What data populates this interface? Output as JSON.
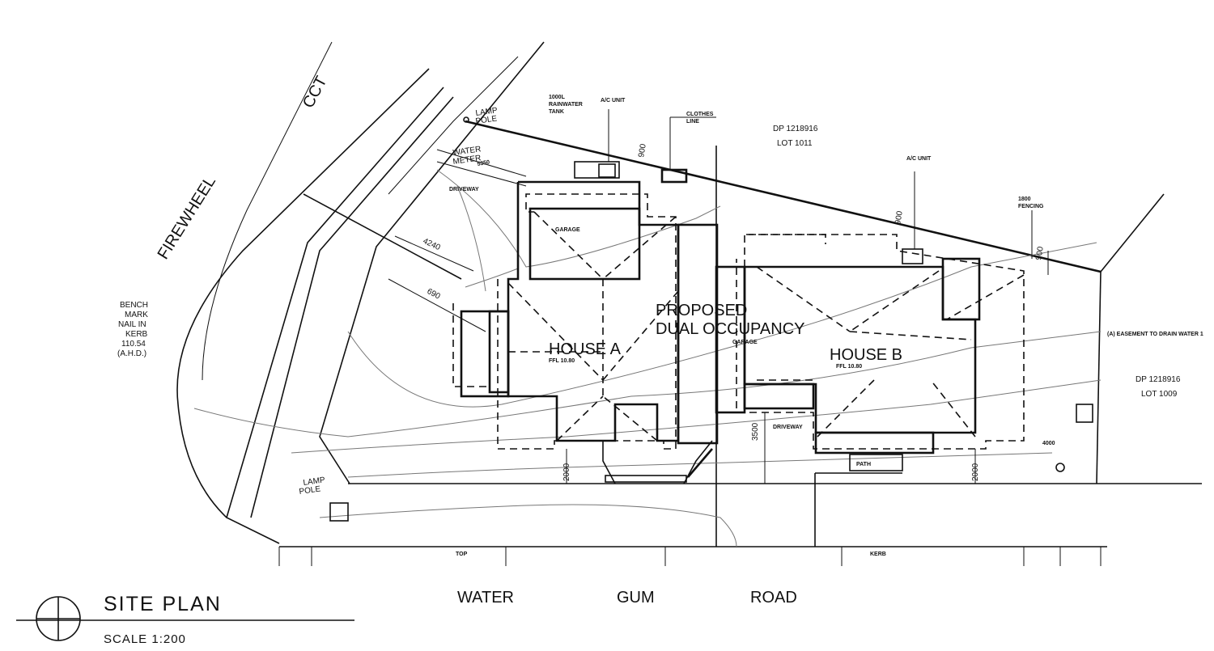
{
  "title": "SITE PLAN",
  "scale": "SCALE 1:200",
  "streets": {
    "water_gum_road": [
      "WATER",
      "GUM",
      "ROAD"
    ],
    "firewheel": "FIREWHEEL",
    "cct": "CCT"
  },
  "lots": [
    {
      "dp": "DP 1218916",
      "lot": "LOT 1011"
    },
    {
      "dp": "DP 1218916",
      "lot": "LOT 1009"
    }
  ],
  "houses": {
    "a": "HOUSE A",
    "b": "HOUSE B",
    "a_ffl": "FFL 10.80",
    "b_ffl": "FFL 10.80"
  },
  "proposed": [
    "PROPOSED",
    "DUAL OCCUPANCY"
  ],
  "bench_mark": [
    "BENCH",
    "MARK",
    "NAIL IN",
    "KERB",
    "110.54",
    "(A.H.D.)"
  ],
  "lamp_pole": [
    "LAMP",
    "POLE"
  ],
  "water_meter": [
    "WATER",
    "METER"
  ],
  "callouts": {
    "ac_a": "A/C UNIT",
    "ac_b": "A/C UNIT",
    "water_tank": [
      "1000L",
      "RAINWATER",
      "TANK"
    ],
    "clothes_line": [
      "CLOTHES",
      "LINE"
    ],
    "fencing": [
      "1800",
      "FENCING"
    ],
    "driveway": "DRIVEWAY",
    "path": "PATH",
    "easement": "(A) EASEMENT TO DRAIN WATER 1",
    "garage_a": "GARAGE",
    "garage_b": "GARAGE"
  },
  "dimensions": {
    "d900_a": "900",
    "d900_b": "900",
    "d900_c": "900",
    "d4240": "4240",
    "d5350": "5350",
    "d3500": "3500",
    "d2000_a": "2000",
    "d2000_b": "2000",
    "d690": "690",
    "d4000": "4000"
  },
  "levels": {
    "kerb": "KERB",
    "top": "TOP"
  }
}
